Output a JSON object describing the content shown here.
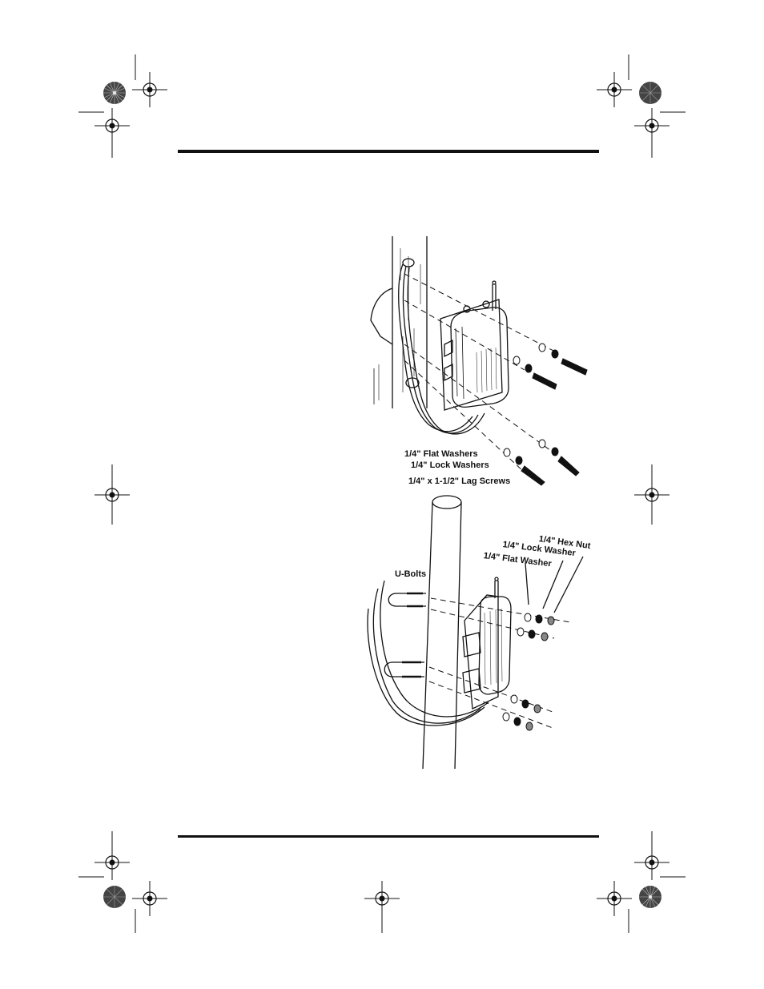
{
  "figure_top": {
    "labels": {
      "flat_washers": "1/4\" Flat Washers",
      "lock_washers": "1/4\" Lock Washers",
      "lag_screws": "1/4\" x 1-1/2\" Lag Screws"
    }
  },
  "figure_bottom": {
    "labels": {
      "hex_nut": "1/4\" Hex Nut",
      "lock_washer": "1/4\" Lock Washer",
      "flat_washer": "1/4\" Flat Washer",
      "u_bolts": "U-Bolts"
    }
  },
  "colors": {
    "ink": "#111111",
    "paper": "#ffffff"
  }
}
